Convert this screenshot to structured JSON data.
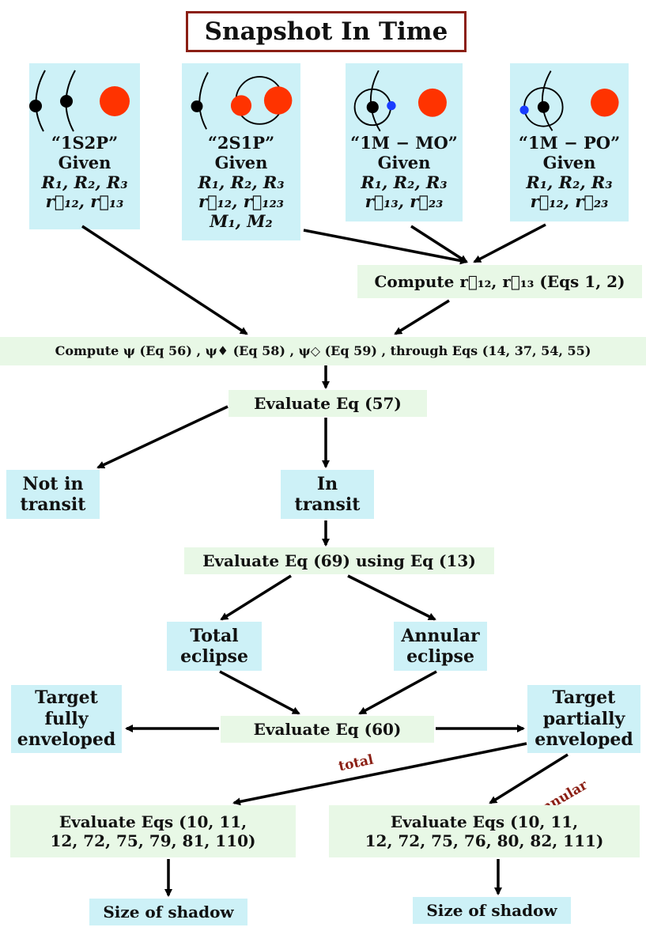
{
  "title": "Snapshot In Time",
  "configs": [
    {
      "name": "“1S2P”",
      "given": "Given",
      "line1": "R₁, R₂, R₃",
      "line2": "r⃗₁₂, r⃗₁₃",
      "line3": ""
    },
    {
      "name": "“2S1P”",
      "given": "Given",
      "line1": "R₁, R₂, R₃",
      "line2": "r⃗₁₂, r⃗₁₂₃",
      "line3": "M₁, M₂"
    },
    {
      "name": "“1M − MO”",
      "given": "Given",
      "line1": "R₁, R₂, R₃",
      "line2": "r⃗₁₃, r⃗₂₃",
      "line3": ""
    },
    {
      "name": "“1M − PO”",
      "given": "Given",
      "line1": "R₁, R₂, R₃",
      "line2": "r⃗₁₂, r⃗₂₃",
      "line3": ""
    }
  ],
  "compute_r": "Compute r⃗₁₂,  r⃗₁₃ (Eqs 1, 2)",
  "compute_psi": "Compute ψ  (Eq 56) ,  ψ♦  (Eq 58) ,  ψ◇  (Eq 59) ,  through Eqs (14, 37, 54, 55)",
  "eval57": "Evaluate Eq  (57)",
  "not_transit": [
    "Not in",
    "transit"
  ],
  "in_transit": [
    "In",
    "transit"
  ],
  "eval69": "Evaluate Eq  (69)  using Eq  (13)",
  "total_eclipse": [
    "Total",
    "eclipse"
  ],
  "annular_eclipse": [
    "Annular",
    "eclipse"
  ],
  "eval60": "Evaluate Eq  (60)",
  "fully": [
    "Target",
    "fully",
    "enveloped"
  ],
  "partially": [
    "Target",
    "partially",
    "enveloped"
  ],
  "label_total": "total",
  "label_annular": "annular",
  "eqs_left": [
    "Evaluate Eqs (10, 11,",
    "12, 72, 75, 79, 81, 110)"
  ],
  "eqs_right": [
    "Evaluate Eqs (10, 11,",
    "12, 72, 75, 76, 80, 82, 111)"
  ],
  "shadow_left": "Size of shadow",
  "shadow_right": "Size of shadow",
  "colors": {
    "cyan_box": "#cdf1f7",
    "green_box": "#e8f8e6",
    "title_border": "#8b1f14",
    "star": "#ff3300",
    "moon": "#1a3cff",
    "label": "#8b1f14"
  }
}
